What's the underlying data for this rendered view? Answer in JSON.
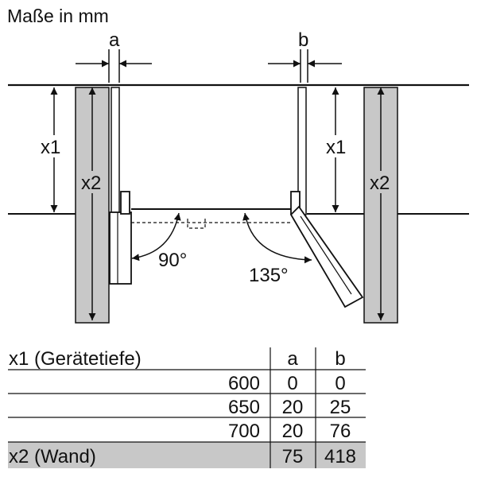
{
  "title": "Maße in mm",
  "diagram": {
    "dim_a": "a",
    "dim_b": "b",
    "x1_left": "x1",
    "x2_left": "x2",
    "x1_right": "x1",
    "x2_right": "x2",
    "angle_90": "90°",
    "angle_135": "135°"
  },
  "table": {
    "header": {
      "label": "x1 (Gerätetiefe)",
      "col_a": "a",
      "col_b": "b"
    },
    "rows": [
      {
        "x1": "600",
        "a": "0",
        "b": "0"
      },
      {
        "x1": "650",
        "a": "20",
        "b": "25"
      },
      {
        "x1": "700",
        "a": "20",
        "b": "76"
      }
    ],
    "footer": {
      "label": "x2 (Wand)",
      "a": "75",
      "b": "418"
    }
  },
  "colors": {
    "wall": "#c8c8c8",
    "footer_row": "#c8c8c8",
    "line": "#111111"
  }
}
